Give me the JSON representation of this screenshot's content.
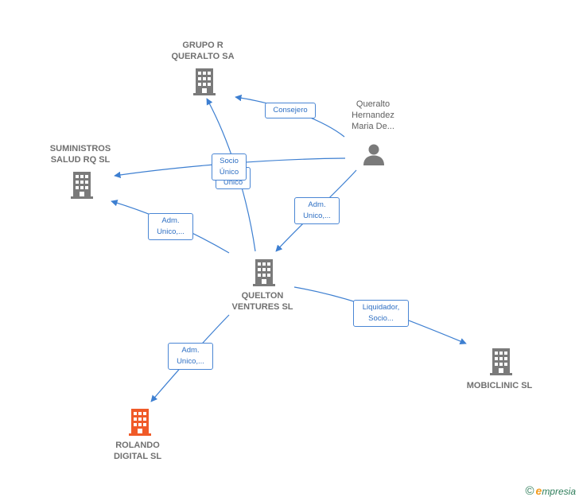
{
  "colors": {
    "edge": "#3d7fd1",
    "node_icon": "#7a7a7a",
    "highlight_icon": "#f05a28",
    "label_text": "#707070"
  },
  "nodes": {
    "grupo_r": {
      "label": "GRUPO R\nQUERALTO SA",
      "icon": "building-icon"
    },
    "suministros": {
      "label": "SUMINISTROS\nSALUD RQ  SL",
      "icon": "building-icon"
    },
    "person": {
      "label": "Queralto\nHernandez\nMaria De...",
      "icon": "person-icon"
    },
    "quelton": {
      "label": "QUELTON\nVENTURES  SL",
      "icon": "building-icon"
    },
    "mobiclinic": {
      "label": "MOBICLINIC SL",
      "icon": "building-icon"
    },
    "rolando": {
      "label": "ROLANDO\nDIGITAL  SL",
      "icon": "building-icon"
    }
  },
  "edges": {
    "consejero": "Consejero",
    "socio_unico_a": "Socio\nÚnico",
    "socio_unico_b": "Único",
    "adm_person_quelton": "Adm.\nUnico,...",
    "adm_quelton_suministros": "Adm.\nUnico,...",
    "liquidador": "Liquidador,\nSocio...",
    "adm_quelton_rolando": "Adm.\nUnico,..."
  },
  "brand": {
    "copyright": "©",
    "e": "e",
    "rest": "mpresia"
  }
}
